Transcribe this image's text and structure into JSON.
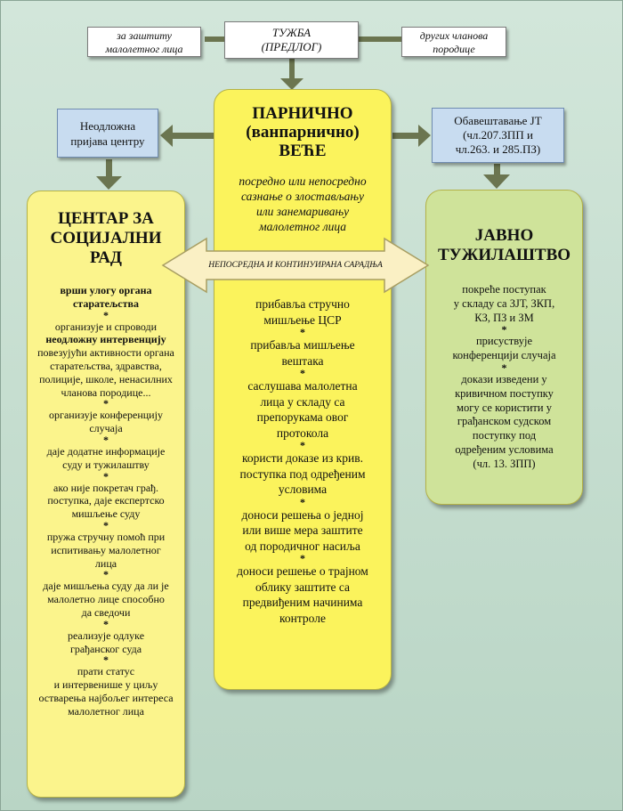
{
  "top": {
    "tuzba": [
      "ТУЖБА",
      "(ПРЕДЛОГ)"
    ],
    "left_label": [
      "за заштиту",
      "малолетног лица"
    ],
    "right_label": [
      "других чланова",
      "породице"
    ]
  },
  "left_blue": [
    "Неодложна",
    "пријава центру"
  ],
  "right_blue": [
    "Обавештавање ЈТ",
    "(чл.207.ЗПП и",
    "чл.263. и 285.ПЗ)"
  ],
  "center": {
    "title": [
      "ПАРНИЧНО",
      "(ванпарнично)",
      "ВЕЋЕ"
    ],
    "subtitle": [
      "посредно или непосредно",
      "сазнање о злостављању",
      "или занемаривању",
      "малолетног лица"
    ],
    "items": [
      [
        "прибавља стручно",
        "мишљење ЦСР"
      ],
      [
        "прибавља мишљење",
        "вештака"
      ],
      [
        "саслушава малолетна",
        "лица у складу са",
        "препорукама овог",
        "протокола"
      ],
      [
        "користи доказе из крив.",
        "поступка под одређеним",
        "условима"
      ],
      [
        "доноси решења о једној",
        "или више мера заштите",
        "од породичног насиља"
      ],
      [
        "доноси решење о трајном",
        "облику заштите са",
        "предвиђеним начинима",
        "контроле"
      ]
    ]
  },
  "arrow_label": "НЕПОСРЕДНА И КОНТИНУИРАНА САРАДЊА",
  "left": {
    "title": [
      "ЦЕНТАР ЗА",
      "СОЦИЈАЛНИ",
      "РАД"
    ],
    "role": [
      "врши улогу органа",
      "старатељства"
    ],
    "intervention": {
      "before": "организује и спроводи",
      "bold": "неодложну интервенцију",
      "after": [
        "повезујући активности органа",
        "старатељства, здравства,",
        "полиције, школе, ненасилних",
        "чланова породице..."
      ]
    },
    "items": [
      [
        "организује конференцију",
        "случаја"
      ],
      [
        "даје додатне информације",
        "суду и тужилаштву"
      ],
      [
        "ако није покретач грађ.",
        "поступка, даје експертско",
        "мишљење суду"
      ],
      [
        "пружа стручну помоћ при",
        "испитивању  малолетног",
        "лица"
      ],
      [
        "даје мишљења суду да ли је",
        "малолетно лице  способно",
        "да сведочи"
      ],
      [
        "реализује  одлуке",
        "грађанског суда"
      ],
      [
        "прати статус",
        "и интервенише у циљу",
        "остварења најбољег интереса",
        "малолетног лица"
      ]
    ]
  },
  "right": {
    "title": [
      "ЈАВНО",
      "ТУЖИЛАШТВО"
    ],
    "items": [
      [
        "покреће поступак",
        "у складу са ЗЈТ, ЗКП,",
        "КЗ, ПЗ и ЗМ"
      ],
      [
        "присуствује",
        "конференцији случаја"
      ],
      [
        "докази изведени у",
        "кривичном поступку",
        "могу се користити у",
        "грађанском судском",
        "поступку под",
        "одређеним условима",
        "(чл. 13. ЗПП)"
      ]
    ]
  },
  "star": "*",
  "colors": {
    "background": "#bfd9ca",
    "yellow_center": "#fbf35c",
    "yellow_left": "#fbf48c",
    "green_right": "#cfe39a",
    "blue_box": "#c8dcf0",
    "arrow_fill": "#faf0c4",
    "connector": "#6b7550"
  }
}
